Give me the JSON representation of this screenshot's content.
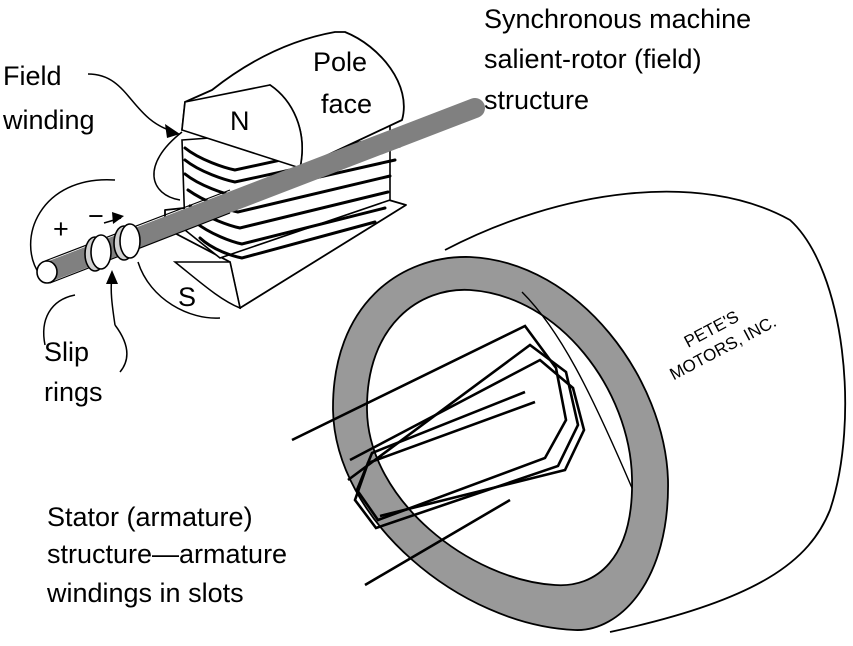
{
  "labels": {
    "field_winding": [
      "Field",
      "winding"
    ],
    "pole_face": [
      "Pole",
      "face"
    ],
    "north": "N",
    "south": "S",
    "plus": "+",
    "minus": "−",
    "slip_rings": [
      "Slip",
      "rings"
    ],
    "rotor_title": [
      "Synchronous machine",
      "salient-rotor (field)",
      "structure"
    ],
    "stator_title": [
      "Stator (armature)",
      "structure—armature",
      "windings in slots"
    ],
    "brand": [
      "PETE'S",
      "MOTORS, INC."
    ]
  },
  "colors": {
    "line": "#000000",
    "shaft": "#808080",
    "stator_ring": "#999999",
    "ring": "#d0d0d0",
    "background": "#ffffff"
  }
}
